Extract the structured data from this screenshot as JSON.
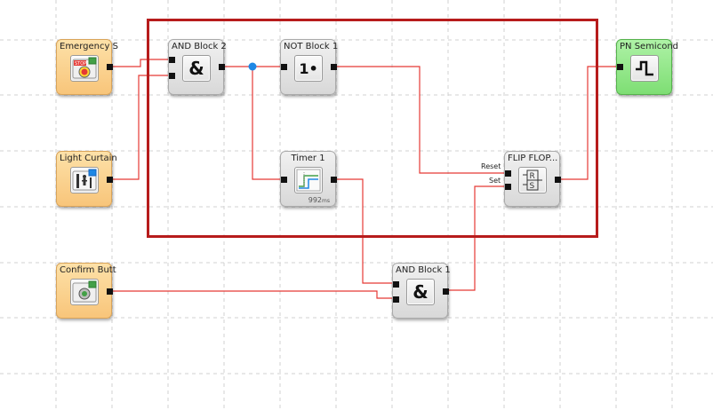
{
  "blocks": {
    "emergency": {
      "title": "Emergency S",
      "icon": "emergency-stop-icon",
      "badge": "STOPP"
    },
    "light": {
      "title": "Light Curtain",
      "icon": "light-curtain-icon"
    },
    "confirm": {
      "title": "Confirm Butt",
      "icon": "confirm-button-icon"
    },
    "and2": {
      "title": "AND Block 2",
      "symbol": "&"
    },
    "not1": {
      "title": "NOT Block 1",
      "symbol": "1•"
    },
    "timer1": {
      "title": "Timer 1",
      "value": "992",
      "unit": "ms"
    },
    "flipflop": {
      "title": "FLIP FLOP...",
      "reset": "Reset",
      "set": "Set"
    },
    "and1": {
      "title": "AND Block 1",
      "symbol": "&"
    },
    "pn": {
      "title": "PN Semicond"
    }
  },
  "colors": {
    "wire": "#e53935",
    "frame": "#b71c1c",
    "node": "#1e88e5"
  }
}
